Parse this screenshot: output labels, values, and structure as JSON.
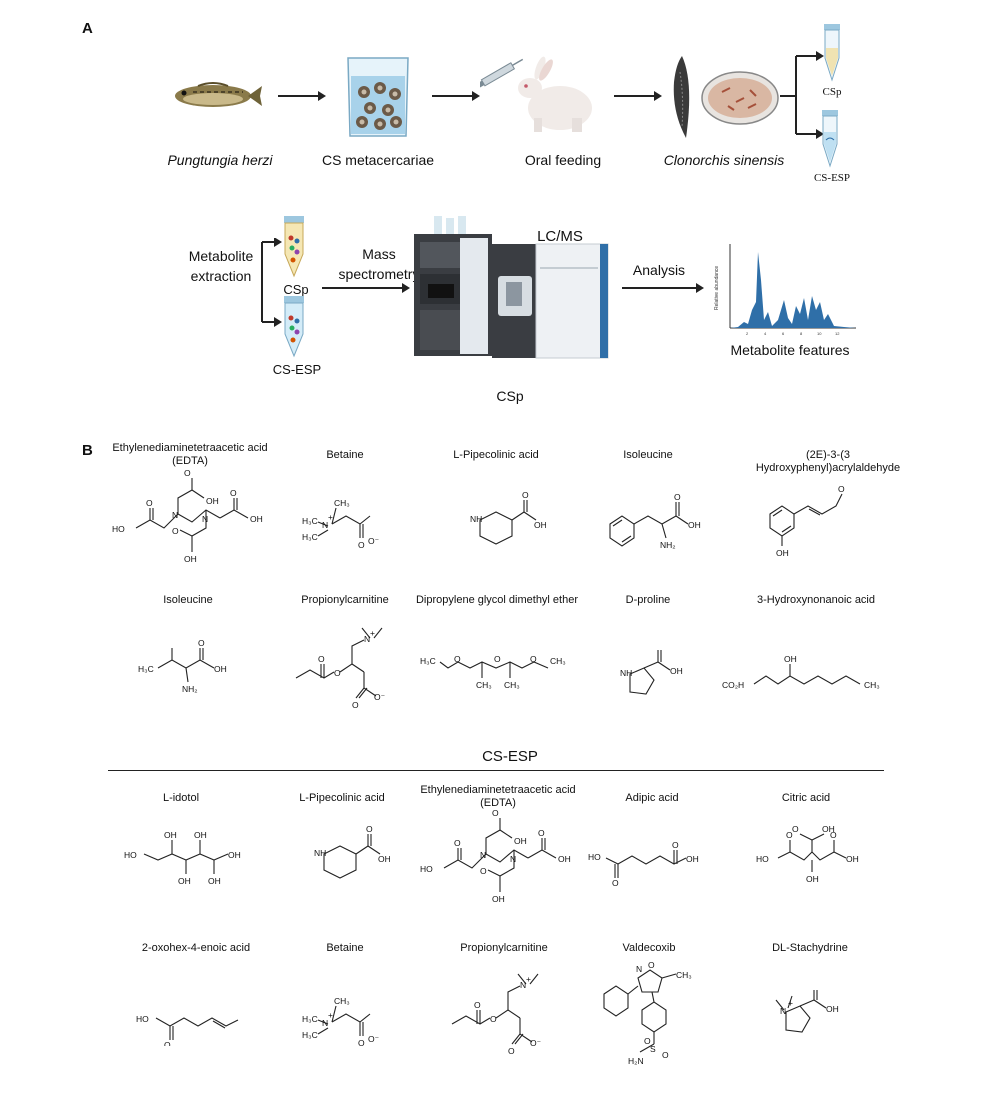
{
  "panel_a": {
    "label": "A",
    "steps": {
      "fish": "Pungtungia herzi",
      "metacercariae": "CS metacercariae",
      "feeding": "Oral feeding",
      "worm": "Clonorchis sinensis"
    },
    "tubes": {
      "csp": "CSp",
      "csesp": "CS-ESP"
    },
    "workflow": {
      "extraction": "Metabolite extraction",
      "csp": "CSp",
      "csesp": "CS-ESP",
      "mass_spec": "Mass spectrometry",
      "instrument": "LC/MS",
      "analysis": "Analysis",
      "features": "Metabolite features",
      "y_axis": "Relative abundance"
    }
  },
  "panel_b": {
    "label": "B",
    "csp_header": "CSp",
    "csesp_header": "CS-ESP",
    "csp_compounds": [
      "Ethylenediaminetetraacetic acid (EDTA)",
      "Betaine",
      "L-Pipecolinic acid",
      "Isoleucine",
      "(2E)-3-(3 Hydroxyphenyl)acrylaldehyde",
      "Isoleucine",
      "Propionylcarnitine",
      "Dipropylene glycol dimethyl ether",
      "D-proline",
      "3-Hydroxynonanoic acid"
    ],
    "csesp_compounds": [
      "L-idotol",
      "L-Pipecolinic acid",
      "Ethylenediaminetetraacetic acid (EDTA)",
      "Adipic acid",
      "Citric acid",
      "2-oxohex-4-enoic acid",
      "Betaine",
      "Propionylcarnitine",
      "Valdecoxib",
      "DL-Stachydrine"
    ]
  },
  "colors": {
    "accent_blue": "#2f6fa8",
    "arrow": "#222222"
  }
}
